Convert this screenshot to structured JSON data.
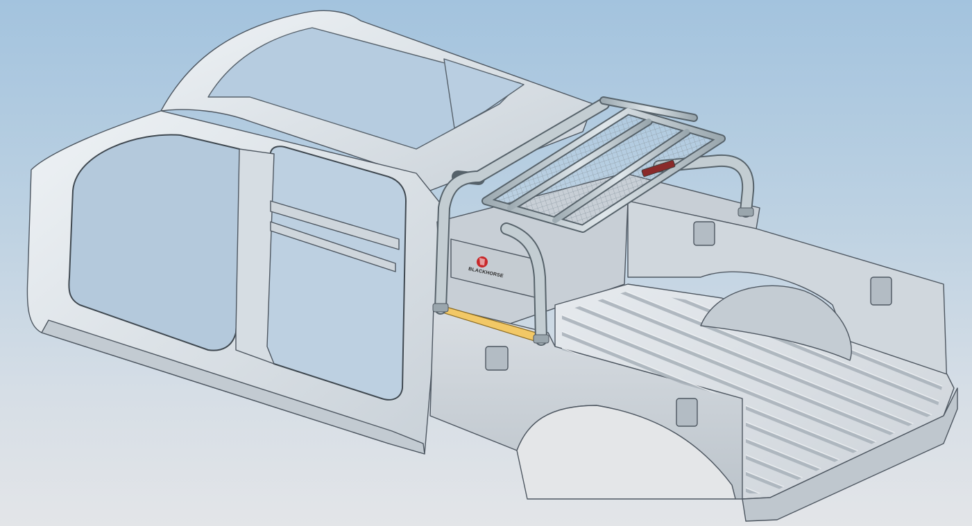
{
  "viewport": {
    "background_top": "#a3c3de",
    "background_bottom": "#e3e5e8"
  },
  "model": {
    "parts": [
      "cab-body-in-white",
      "pickup-bed",
      "roll-bar",
      "roof-basket",
      "bed-side-plate",
      "bed-mount-bracket"
    ]
  },
  "logo": {
    "text": "BLACKHORSE",
    "icon": "horse-head-icon",
    "color": "#c8282a"
  },
  "colors": {
    "metal": "#cfd6dd",
    "metal_edge": "#4d5660",
    "tube": "#b5c1c7",
    "highlight_bracket": "#f2c866"
  }
}
